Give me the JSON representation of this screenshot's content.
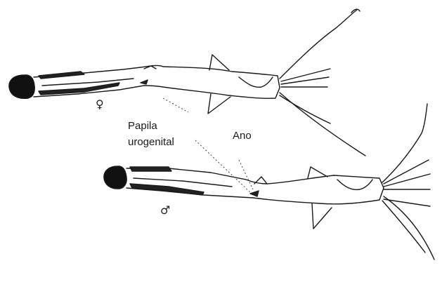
{
  "labels": {
    "papila_line1": "Papila",
    "papila_line2": "urogenital",
    "ano": "Ano"
  },
  "symbols": {
    "female": "♀",
    "male": "♂"
  },
  "colors": {
    "ink": "#1a1a1a",
    "background": "#ffffff"
  }
}
